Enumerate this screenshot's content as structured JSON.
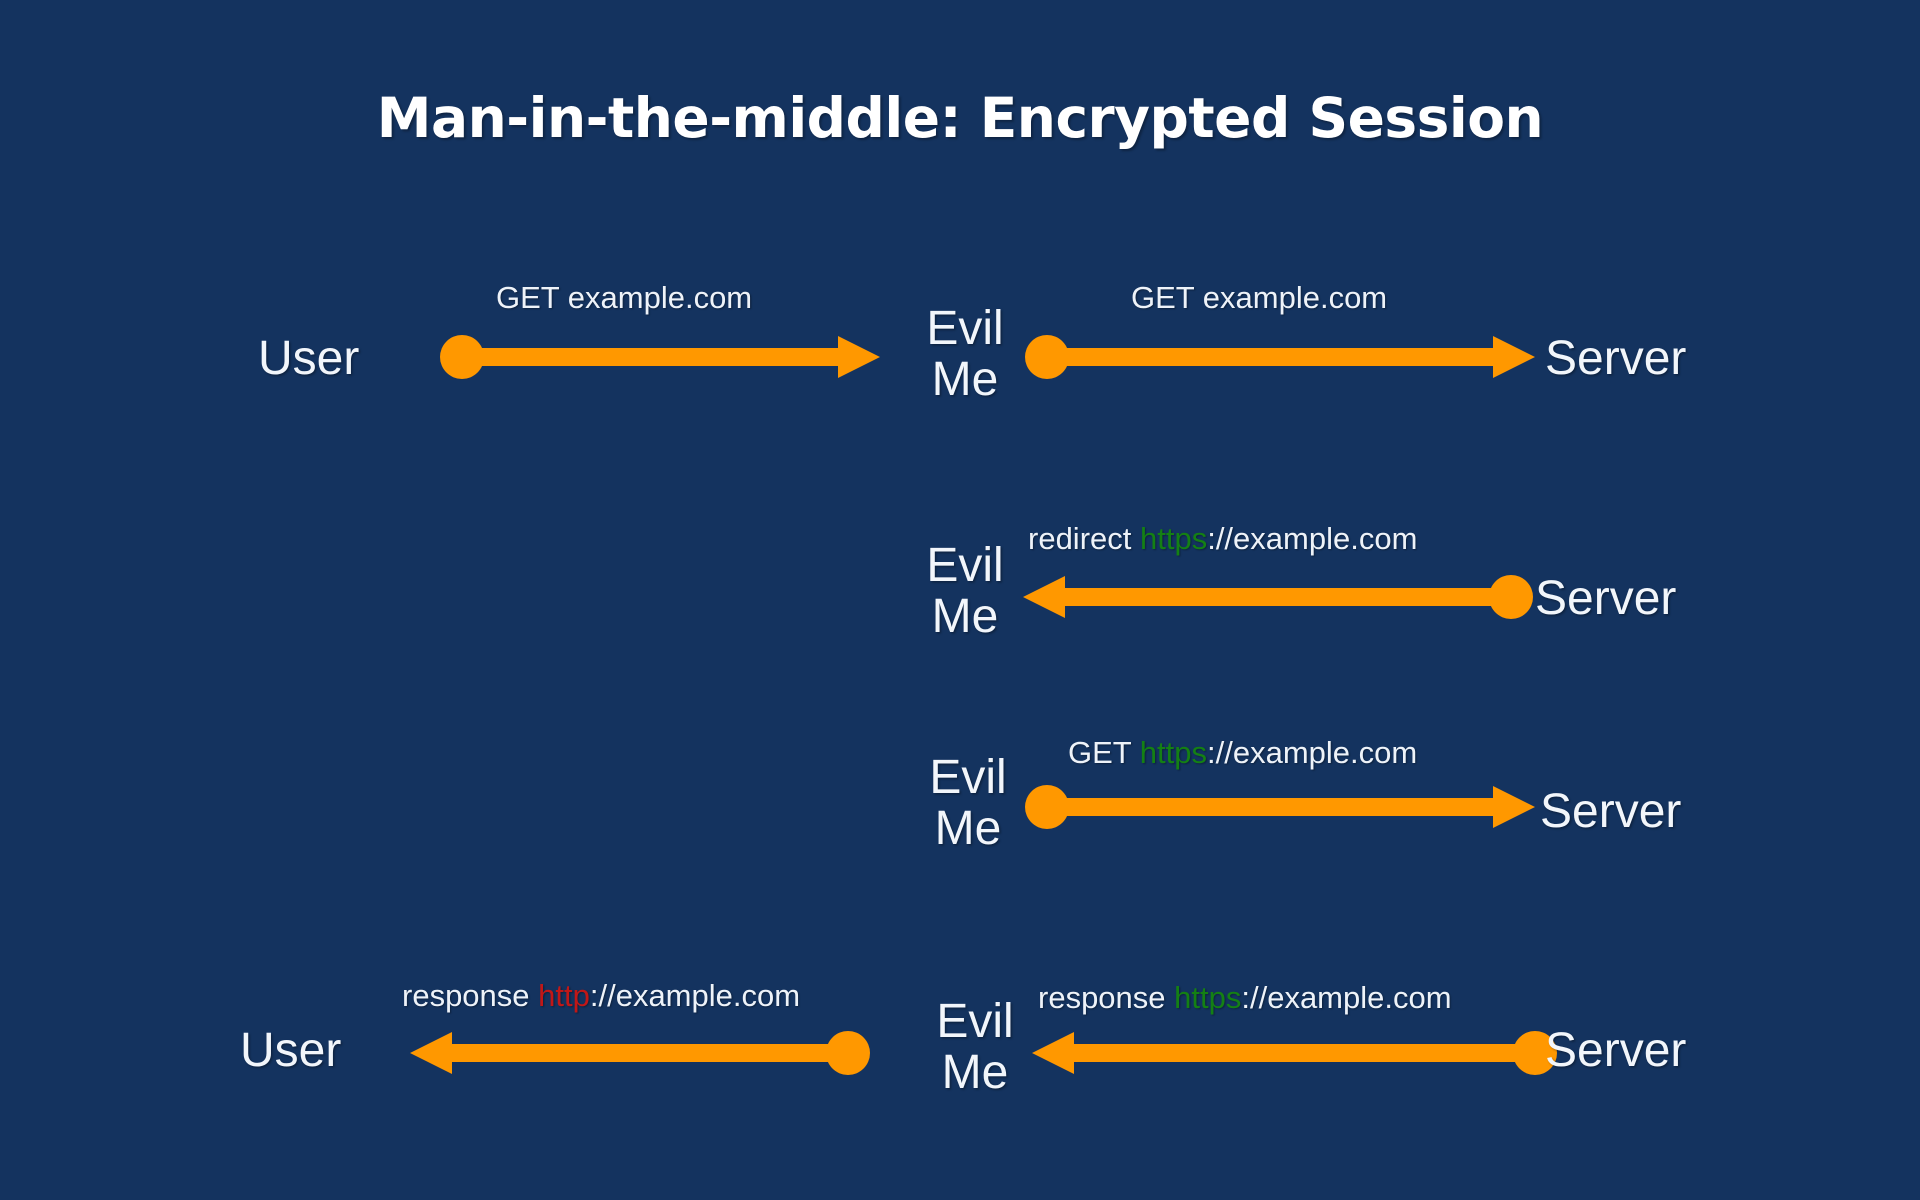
{
  "slide": {
    "title": "Man-in-the-middle: Encrypted Session",
    "background_color": "#17477f",
    "accent_color": "#FF9800",
    "text_color": "#f2f6fb",
    "secure_color": "#148014",
    "insecure_color": "#c11717"
  },
  "actors": {
    "user": "User",
    "attacker_line1": "Evil",
    "attacker_line2": "Me",
    "server": "Server"
  },
  "flows": [
    {
      "id": "flow-1-left",
      "from": "User",
      "to": "Evil Me",
      "direction": "right",
      "message_prefix": "GET ",
      "message_scheme": "",
      "message_scheme_kind": "none",
      "message_suffix": "example.com",
      "message_full": "GET example.com"
    },
    {
      "id": "flow-1-right",
      "from": "Evil Me",
      "to": "Server",
      "direction": "right",
      "message_prefix": "GET ",
      "message_scheme": "",
      "message_scheme_kind": "none",
      "message_suffix": "example.com",
      "message_full": "GET example.com"
    },
    {
      "id": "flow-2-right",
      "from": "Server",
      "to": "Evil Me",
      "direction": "left",
      "message_prefix": "redirect ",
      "message_scheme": "https",
      "message_scheme_kind": "secure",
      "message_suffix": "://example.com",
      "message_full": "redirect https://example.com"
    },
    {
      "id": "flow-3-right",
      "from": "Evil Me",
      "to": "Server",
      "direction": "right",
      "message_prefix": "GET ",
      "message_scheme": "https",
      "message_scheme_kind": "secure",
      "message_suffix": "://example.com",
      "message_full": "GET https://example.com"
    },
    {
      "id": "flow-4-left",
      "from": "Evil Me",
      "to": "User",
      "direction": "left",
      "message_prefix": "response ",
      "message_scheme": "http",
      "message_scheme_kind": "insecure",
      "message_suffix": "://example.com",
      "message_full": "response http://example.com"
    },
    {
      "id": "flow-4-right",
      "from": "Server",
      "to": "Evil Me",
      "direction": "left",
      "message_prefix": "response ",
      "message_scheme": "https",
      "message_scheme_kind": "secure",
      "message_suffix": "://example.com",
      "message_full": "response https://example.com"
    }
  ],
  "rows": [
    {
      "id": "row-1",
      "left_actor": "User",
      "middle_actor": "Evil Me",
      "right_actor": "Server"
    },
    {
      "id": "row-2",
      "left_actor": "",
      "middle_actor": "Evil Me",
      "right_actor": "Server"
    },
    {
      "id": "row-3",
      "left_actor": "",
      "middle_actor": "Evil Me",
      "right_actor": "Server"
    },
    {
      "id": "row-4",
      "left_actor": "User",
      "middle_actor": "Evil Me",
      "right_actor": "Server"
    }
  ]
}
